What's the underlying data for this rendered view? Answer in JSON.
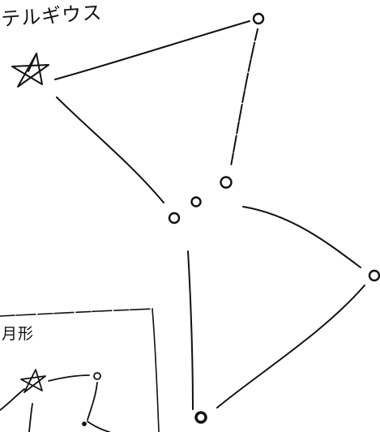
{
  "labels": {
    "star_name": "テルギウス",
    "inset_caption": "月形"
  },
  "style": {
    "ink": "#111111",
    "paper": "#ffffff"
  },
  "icons": {
    "main_star": "hand-drawn-five-point-star",
    "inset_star": "hand-drawn-five-point-star",
    "stars": "small-circle"
  }
}
